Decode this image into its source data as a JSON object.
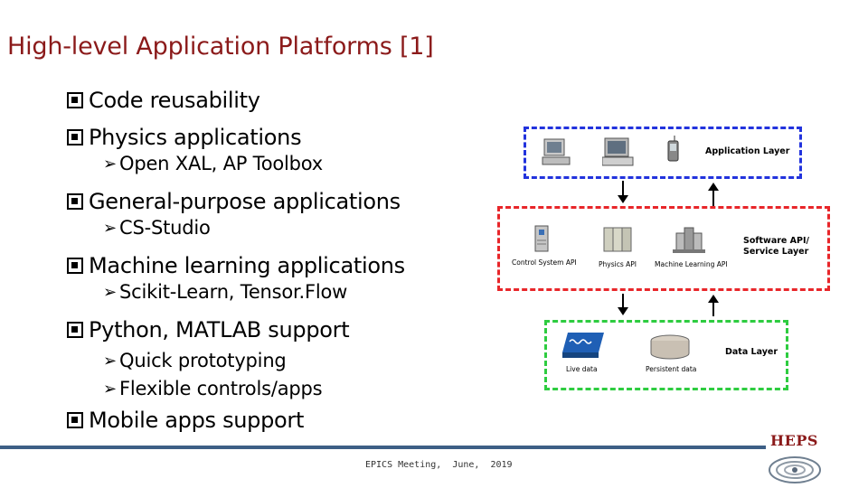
{
  "slide": {
    "title": "High-level Application Platforms [1]",
    "bullets": [
      {
        "text": "Code reusability",
        "sub": []
      },
      {
        "text": "Physics applications",
        "sub": [
          "Open XAL, AP Toolbox"
        ]
      },
      {
        "text": "General-purpose applications",
        "sub": [
          "CS-Studio"
        ]
      },
      {
        "text": "Machine learning applications",
        "sub": [
          "Scikit-Learn, Tensor.Flow"
        ]
      },
      {
        "text": "Python, MATLAB support",
        "sub": [
          "Quick prototyping",
          "Flexible controls/apps"
        ]
      },
      {
        "text": "Mobile apps support",
        "sub": []
      }
    ],
    "footer": "EPICS Meeting,  June,  2019",
    "brand": "HEPS"
  },
  "diagram": {
    "application_layer": "Application Layer",
    "service_layer": "Software API/\nService Layer",
    "service_layer_line1": "Software API/",
    "service_layer_line2": "Service Layer",
    "data_layer": "Data Layer",
    "control_system_api": "Control System API",
    "physics_api": "Physics API",
    "ml_api": "Machine Learning API",
    "live_data": "Live data",
    "persistent_data": "Persistent data",
    "colors": {
      "app": "#2233dd",
      "service": "#e8262a",
      "data": "#2ecc40"
    }
  }
}
